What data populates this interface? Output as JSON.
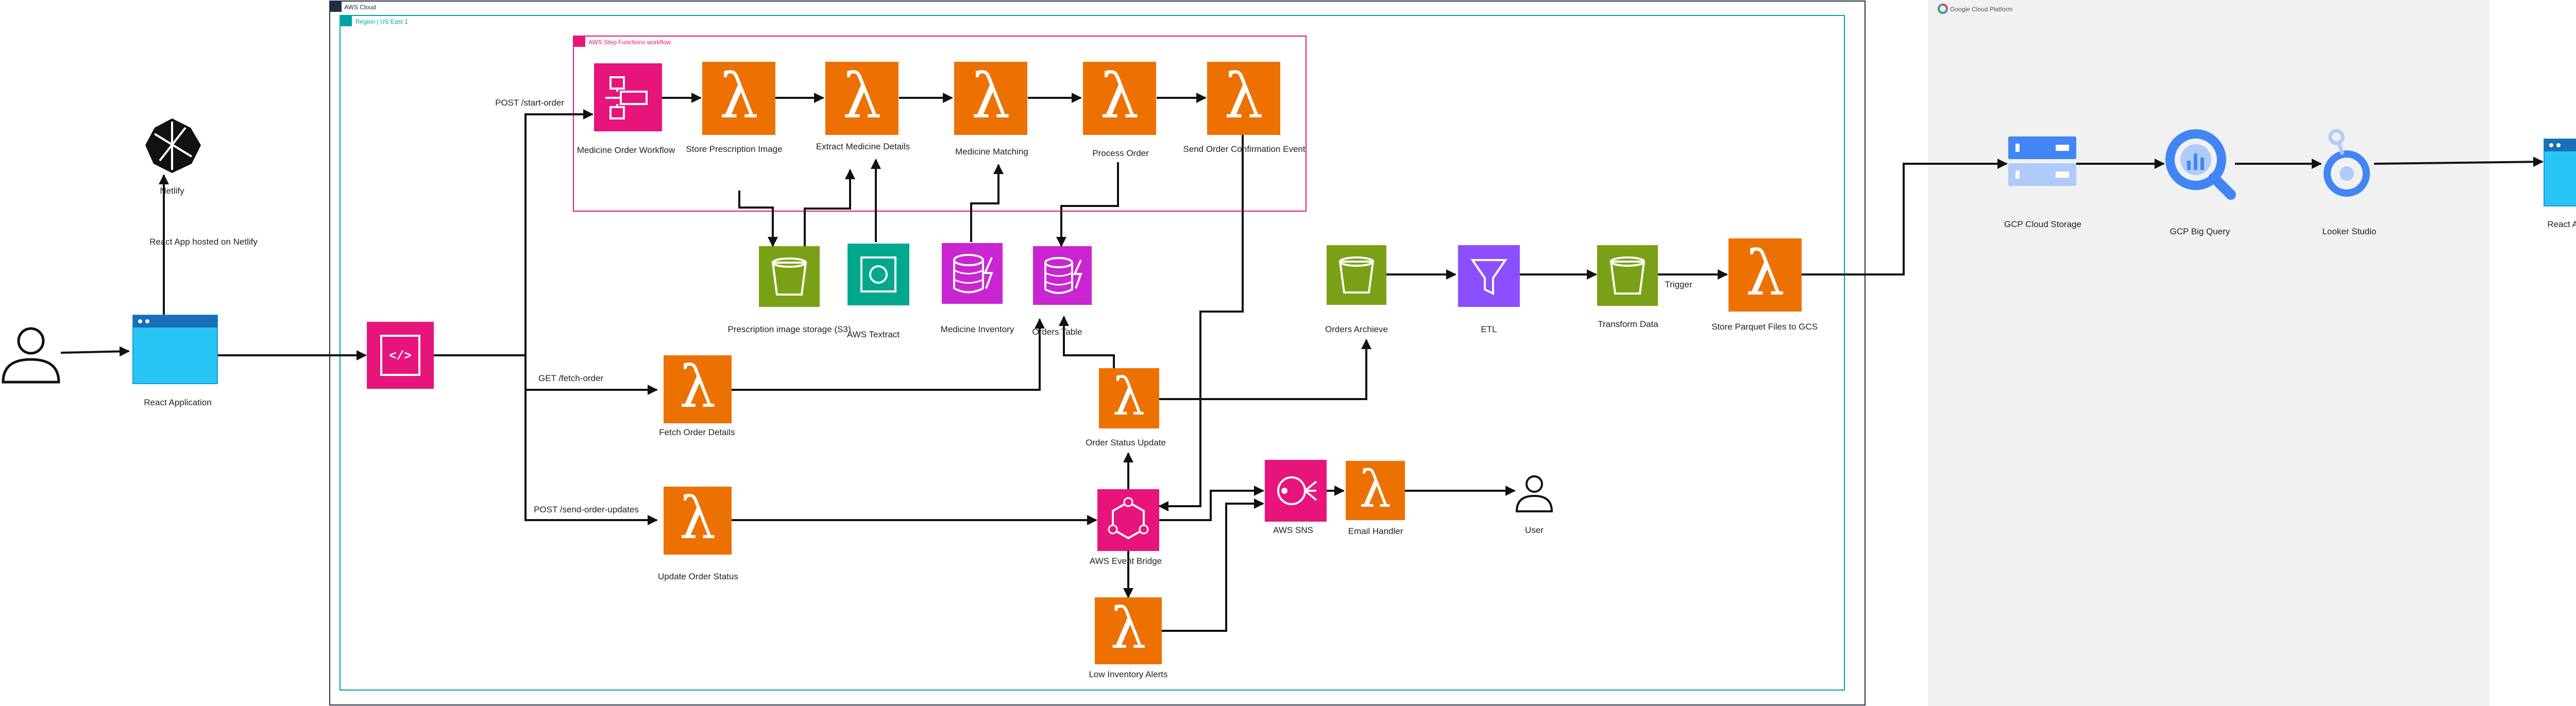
{
  "groups": {
    "aws_cloud": "AWS Cloud",
    "region": "Region | US East 1",
    "step_functions": "AWS Step Functions workflow",
    "gcp": "Google Cloud Platform"
  },
  "nodes": {
    "user_left": "",
    "react_app": "React Application",
    "netlify": "Netlify",
    "api_gateway": "",
    "medicine_order_workflow": "Medicine Order Workflow",
    "store_prescription_image": "Store Prescription Image",
    "extract_medicine_details": "Extract Medicine Details",
    "medicine_matching": "Medicine Matching",
    "process_order": "Process Order",
    "send_order_confirmation": "Send Order Confirmation Event",
    "prescription_storage": "Prescription image storage (S3)",
    "aws_textract": "AWS Textract",
    "medicine_inventory": "Medicine Inventory",
    "orders_table": "Orders Table",
    "fetch_order_details": "Fetch Order Details",
    "order_status_update": "Order Status Update",
    "update_order_status": "Update Order Status",
    "aws_event_bridge": "AWS Event Bridge",
    "low_inventory_alerts": "Low Inventory Alerts",
    "aws_sns": "AWS SNS",
    "email_handler": "Email Handler",
    "user_right": "User",
    "orders_archive": "Orders Archieve",
    "etl": "ETL",
    "transform_data": "Transform Data",
    "store_parquet": "Store Parquet Files to GCS",
    "gcp_cloud_storage": "GCP Cloud Storage",
    "gcp_big_query": "GCP Big Query",
    "looker_studio": "Looker Studio",
    "react_app_gcp": "React Application"
  },
  "edge_labels": {
    "react_netlify": "React App hosted on Netlify",
    "start_order": "POST /start-order",
    "fetch_order": "GET /fetch-order",
    "send_order_updates": "POST /send-order-updates",
    "trigger": "Trigger"
  },
  "icon_glyphs": {
    "lambda": "λ",
    "api": "</>"
  },
  "colors": {
    "lambda": "#ED7100",
    "pink": "#E7157B",
    "green_s3": "#7AA116",
    "teal": "#01A88D",
    "purple_db": "#C925D1",
    "purple_etl": "#8C4FFF",
    "react_blue": "#29C5F6",
    "gcp_blue": "#4285F4",
    "gcp_bg": "#F1F1F1",
    "aws_border": "#232F3E",
    "region_border": "#00A4A6",
    "sf_border": "#E7157B"
  }
}
